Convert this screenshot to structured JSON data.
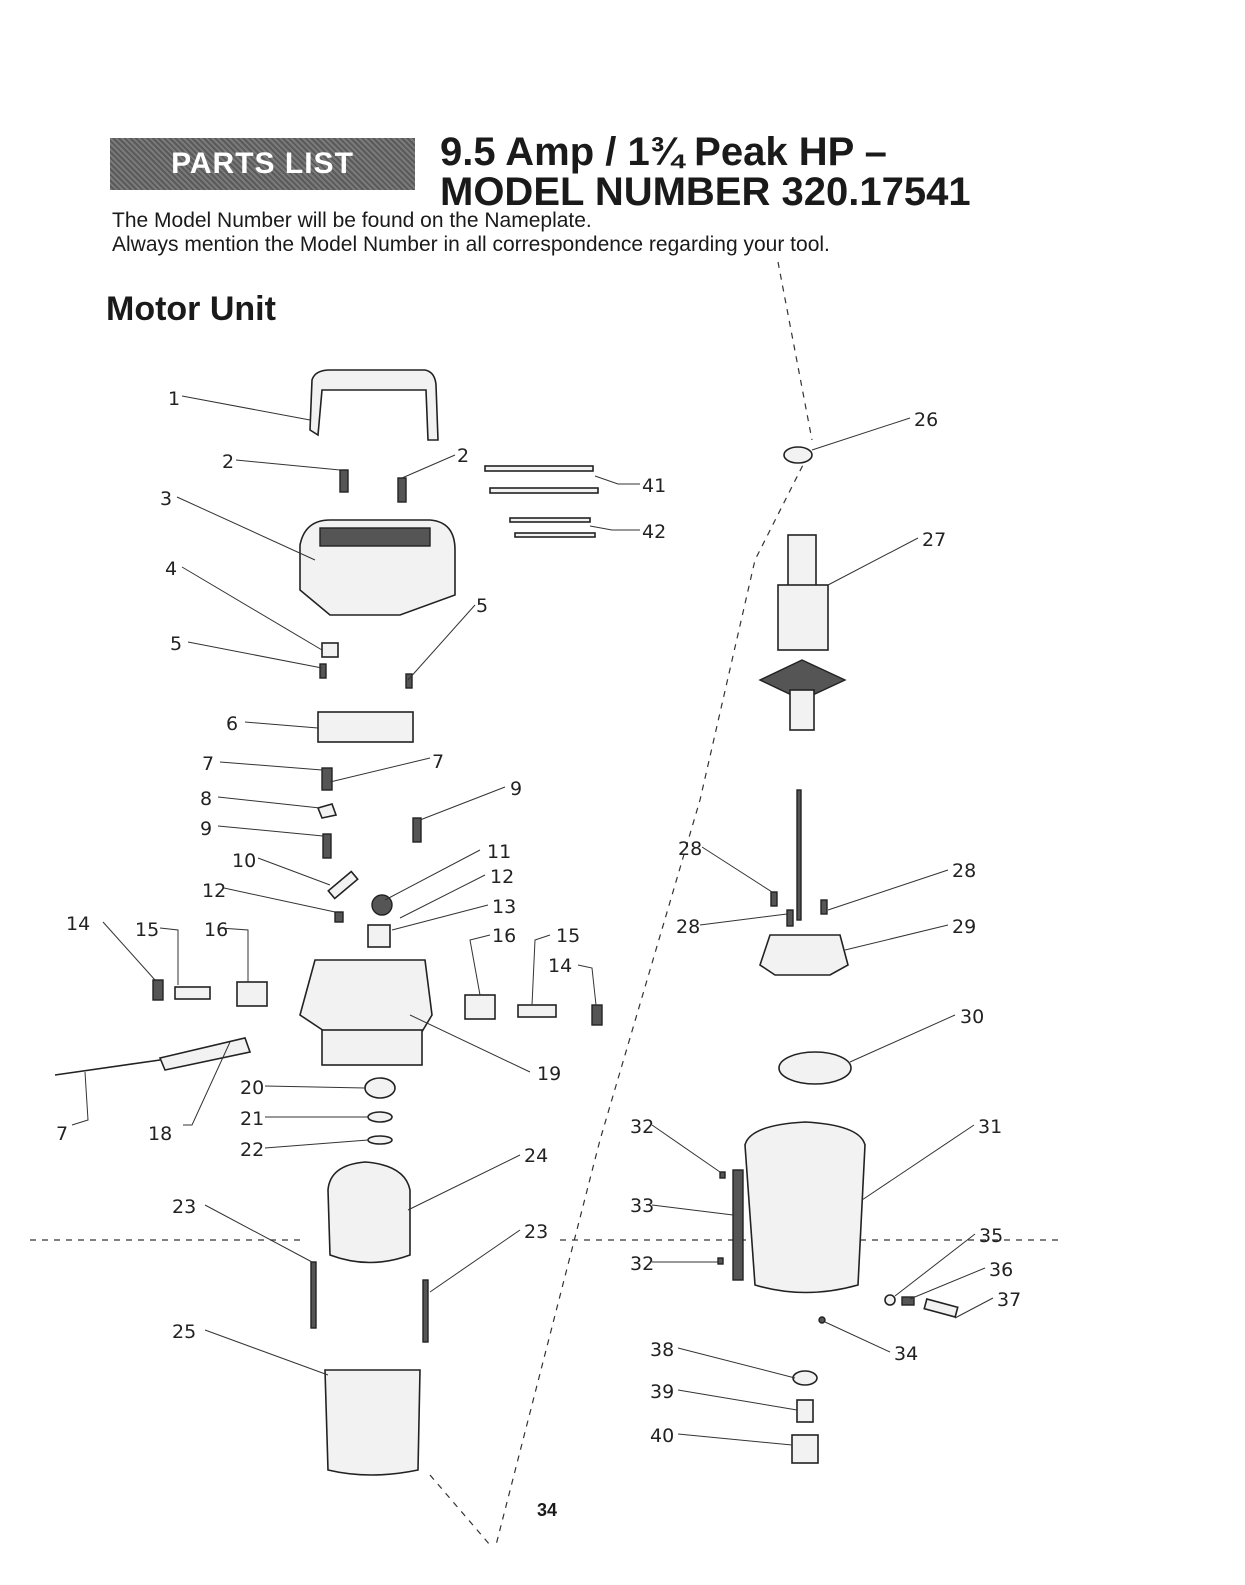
{
  "header": {
    "badge": "PARTS LIST",
    "title_line1": "9.5 Amp / 1¾ Peak HP –",
    "title_line2": "MODEL NUMBER 320.17541",
    "note_line1": "The Model Number will be found on the Nameplate.",
    "note_line2": "Always mention the Model Number in all correspondence regarding your tool."
  },
  "section_title": "Motor Unit",
  "page_number": "34",
  "callouts": [
    "1",
    "2",
    "2",
    "41",
    "42",
    "3",
    "4",
    "5",
    "5",
    "6",
    "7",
    "7",
    "8",
    "9",
    "9",
    "10",
    "11",
    "12",
    "12",
    "13",
    "14",
    "15",
    "16",
    "16",
    "15",
    "14",
    "7",
    "18",
    "19",
    "20",
    "21",
    "22",
    "23",
    "23",
    "24",
    "25",
    "26",
    "27",
    "28",
    "28",
    "28",
    "29",
    "30",
    "32",
    "31",
    "33",
    "32",
    "35",
    "36",
    "37",
    "34",
    "38",
    "39",
    "40"
  ]
}
